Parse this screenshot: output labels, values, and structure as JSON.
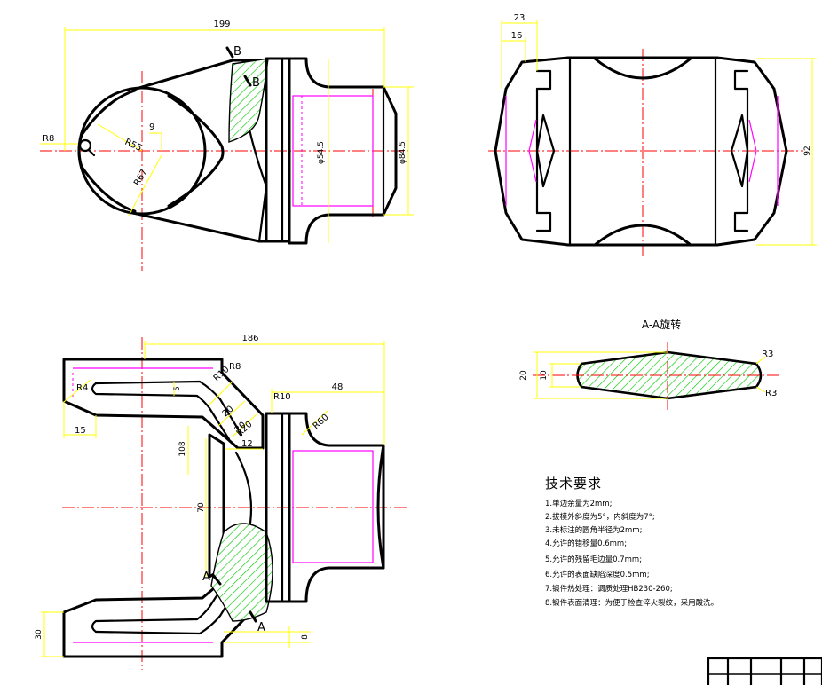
{
  "views": {
    "top": {
      "dims": {
        "overall_length": "199",
        "r_left": "R8",
        "r_circle": "R55",
        "small_nine": "9",
        "diameter_r": "R67",
        "bore_left": "φ54.5",
        "bore_right": "φ84.5"
      },
      "labels": {
        "b1": "B",
        "b2": "B"
      }
    },
    "side": {
      "dims": {
        "w23": "23",
        "w16": "16",
        "h92": "92"
      }
    },
    "front": {
      "dims": {
        "overall_length": "186",
        "r8": "R8",
        "r4": "R4",
        "w15": "15",
        "d5": "5",
        "r10": "R10",
        "r20a": "20",
        "r20b": "20",
        "r10b": "R10",
        "h108": "108",
        "w12": "12",
        "h70": "70",
        "r20": "R20",
        "w48": "48",
        "r60": "R60",
        "h30": "30",
        "d8": "8"
      },
      "labels": {
        "a1": "A",
        "a2": "A"
      }
    },
    "section": {
      "title": "A-A旋转",
      "dims": {
        "h20": "20",
        "h10": "10",
        "r3a": "R3",
        "r3b": "R3"
      }
    }
  },
  "requirements": {
    "title": "技术要求",
    "items": [
      "1.单边余量为2mm;",
      "2.拔模外斜度为5°，内斜度为7°;",
      "3.未标注的圆角半径为2mm;",
      "4.允许的错移量0.6mm;",
      "5.允许的残留毛边量0.7mm;",
      "6.允许的表面缺陷深度0.5mm;",
      "7.锻件热处理：调质处理HB230-260;",
      "8.锻件表面清理：为便于检查淬火裂纹，采用酸洗。"
    ]
  }
}
